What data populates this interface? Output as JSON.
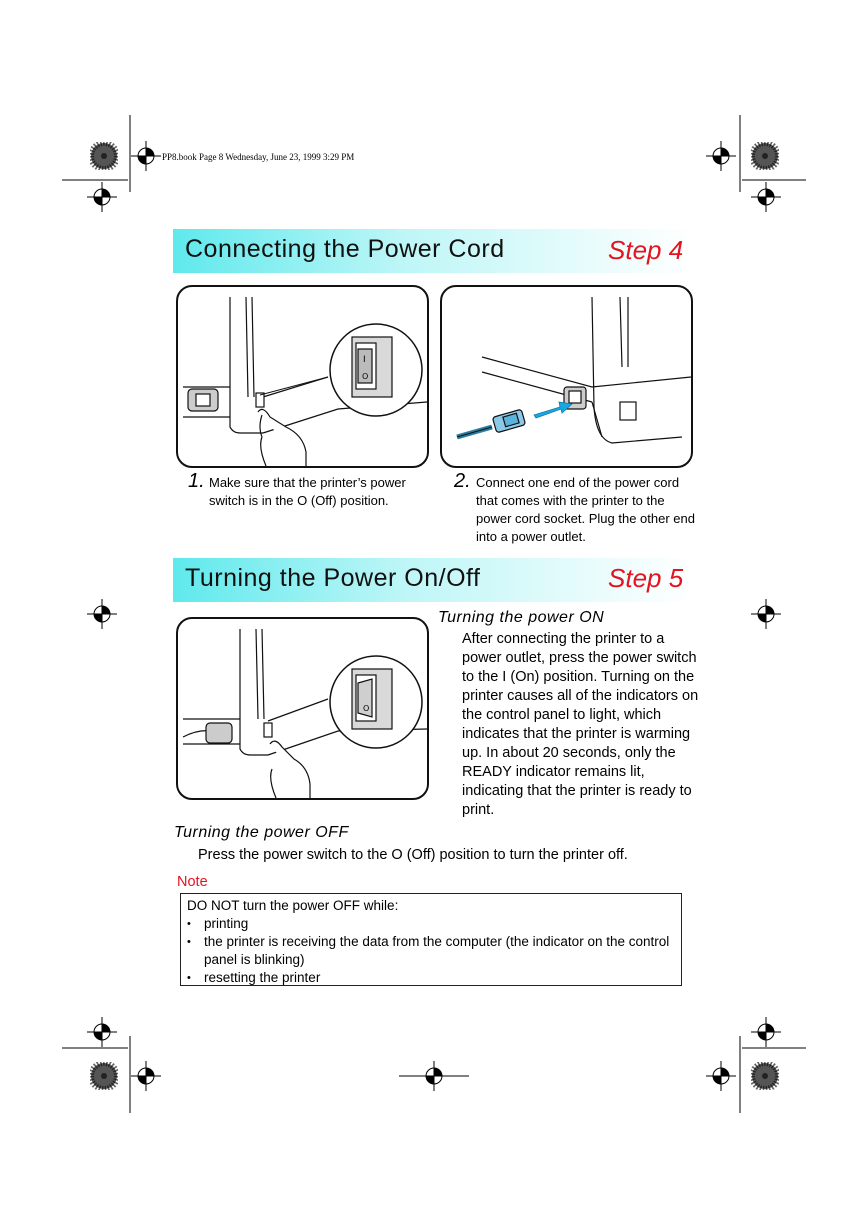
{
  "header_line": "PP8.book  Page 8  Wednesday, June 23, 1999  3:29 PM",
  "section1": {
    "title": "Connecting the Power Cord",
    "step_label": "Step 4",
    "steps": [
      {
        "number": "1.",
        "text": "Make sure that the printer’s power switch is in the O (Off) position."
      },
      {
        "number": "2.",
        "text": "Connect one end of the power cord that comes with the printer to the power cord socket. Plug the other end into a power outlet."
      }
    ],
    "switch_symbols": {
      "on": "I",
      "off": "O"
    }
  },
  "section2": {
    "title": "Turning the Power On/Off",
    "step_label": "Step 5",
    "on_heading": "Turning the power ON",
    "on_text": "After connecting the printer to a power outlet, press the power switch to the I (On) position. Turning on the printer causes all of the indicators on the control panel to light, which indicates that the printer is warming up. In about 20 seconds, only the READY indicator remains lit, indicating that the printer is ready to print.",
    "off_heading": "Turning the power OFF",
    "off_text": "Press the power switch to the O (Off) position to turn the printer off.",
    "note_label": "Note",
    "note_intro": "DO NOT turn the power OFF while:",
    "note_items": [
      "printing",
      "the printer is receiving the data from the computer (the indicator on the control panel is blinking)",
      "resetting the printer"
    ]
  },
  "colors": {
    "accent_red": "#e3131f",
    "banner_cyan": "#5fe9ec",
    "arrow_blue": "#1aa6e0"
  }
}
